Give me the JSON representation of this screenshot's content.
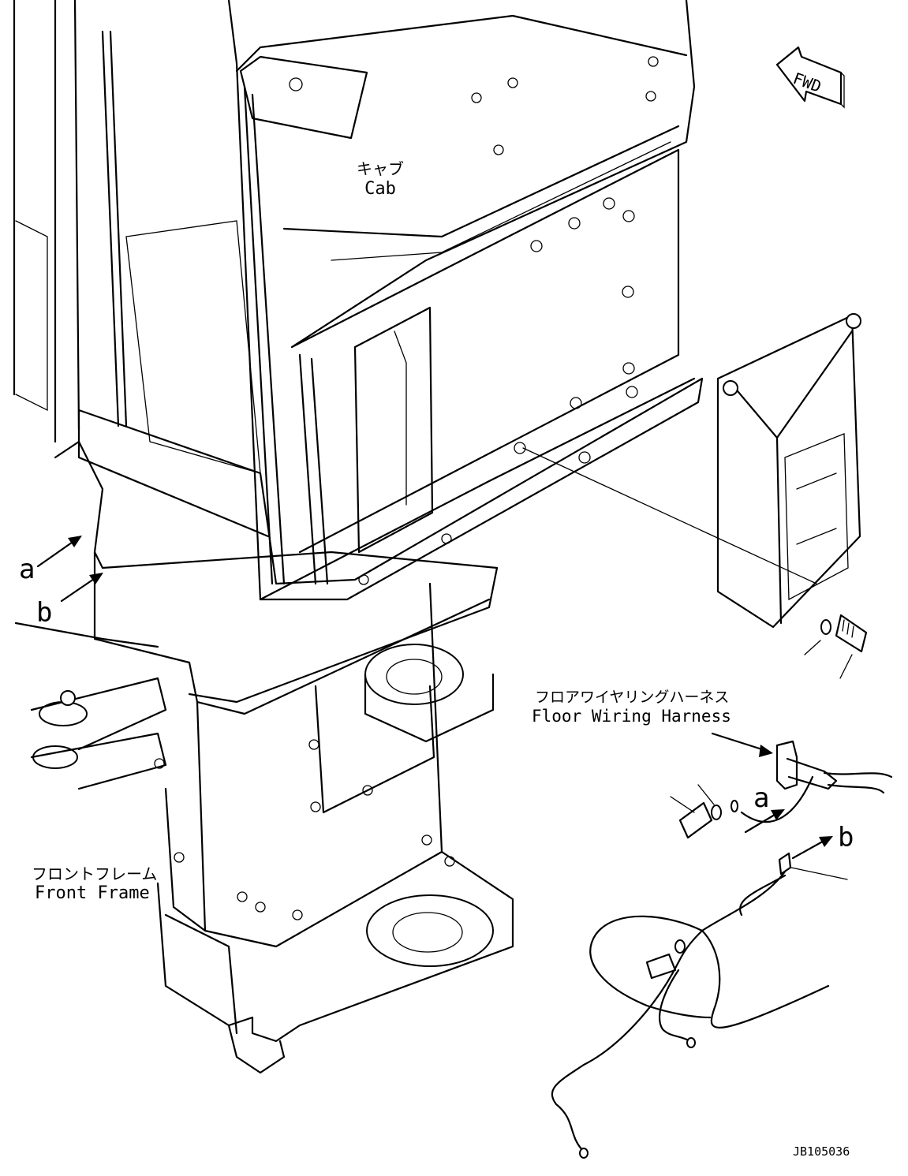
{
  "labels": {
    "cab_jp": "キャブ",
    "cab_en": "Cab",
    "front_frame_jp": "フロントフレーム",
    "front_frame_en": "Front Frame",
    "harness_jp": "フロアワイヤリングハーネス",
    "harness_en": "Floor Wiring Harness",
    "fwd": "FWD",
    "drawing_code": "JB105036"
  },
  "callouts": {
    "a": "a",
    "b": "b"
  },
  "colors": {
    "line": "#000000",
    "background": "#ffffff"
  }
}
